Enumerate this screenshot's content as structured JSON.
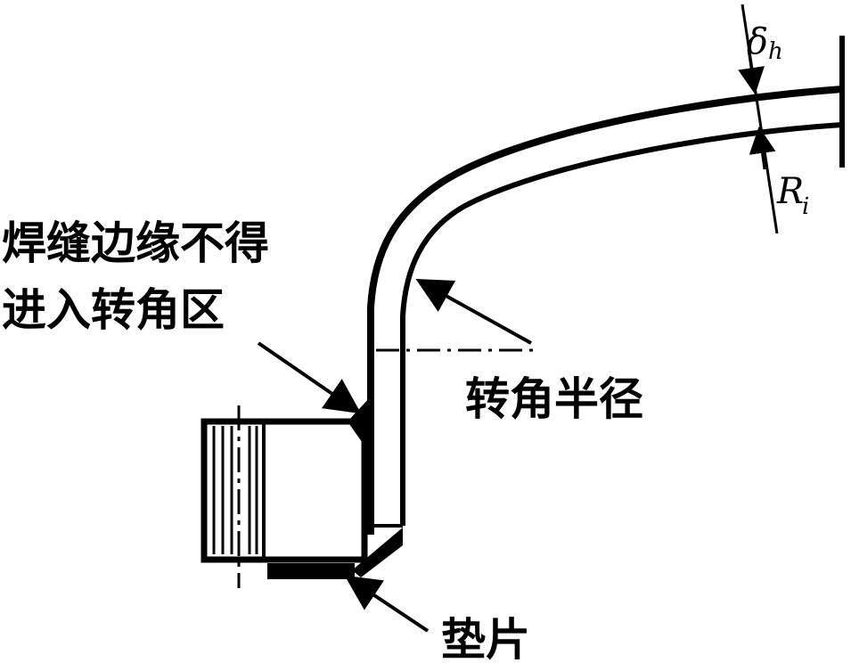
{
  "labels": {
    "weld_edge_line1": "焊缝边缘不得",
    "weld_edge_line2": "进入转角区",
    "corner_radius": "转角半径",
    "gasket": "垫片"
  },
  "symbols": {
    "thickness": "δ",
    "thickness_sub": "h",
    "radius": "R",
    "radius_sub": "i"
  },
  "colors": {
    "ink": "#000000",
    "paper": "#ffffff"
  }
}
